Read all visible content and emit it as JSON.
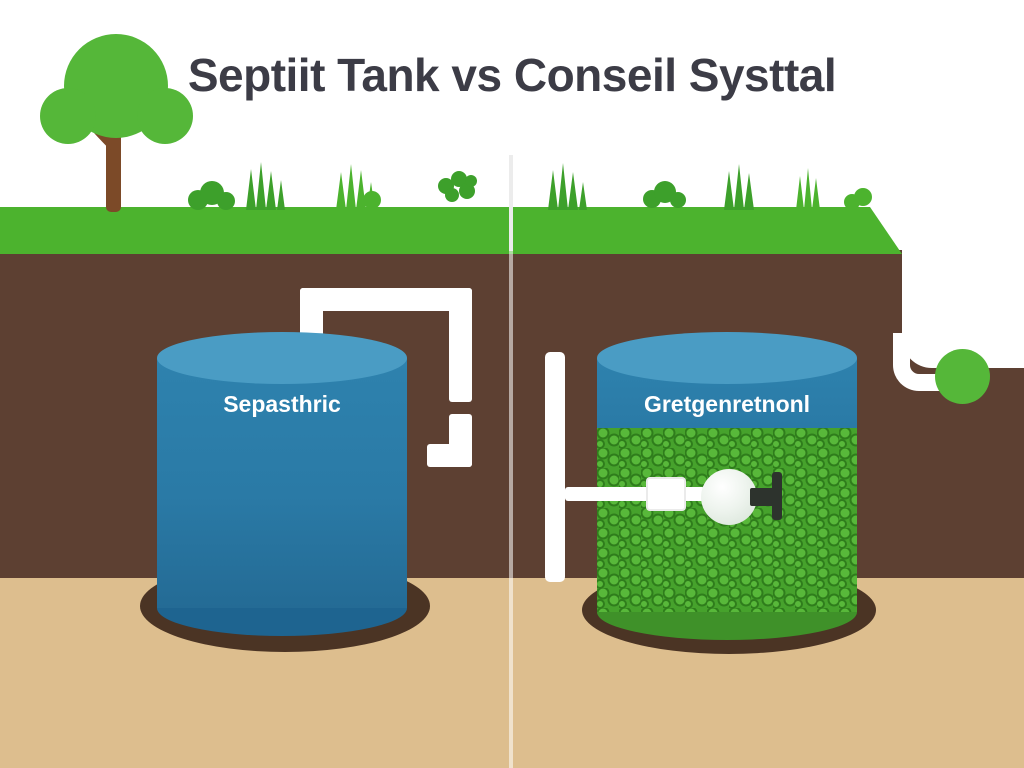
{
  "title": "Septiit Tank vs Conseil Systtal",
  "diagram": {
    "left_tank_label": "Sepasthric",
    "right_tank_label": "Gretgenretnonl"
  },
  "icons": {
    "tree_icon": "deciduous tree with trunk, top left",
    "small_tree_icon": "round shrub, right side",
    "shrub_icons": "grass tufts and bushes along ground line",
    "valve_icon": "dark valve/tap inside right tank",
    "float_ball_icon": "white sphere in right tank",
    "pipe_icons": "white inlet and distribution pipes"
  },
  "colors": {
    "title_text": "#3c3c46",
    "grass": "#4cb32e",
    "grass_dark": "#3da02b",
    "soil": "#5d4032",
    "soil_dark": "#4b3424",
    "sand": "#ddbe8e",
    "tank_blue": "#2a7aa6",
    "tank_blue_light": "#4a9cc4",
    "tank_blue_dark": "#1e6490",
    "gravel_green": "#46a22c",
    "gravel_light": "#58b83a",
    "gravel_dark": "#2f7d1c",
    "gravel_dark2": "#3f9129",
    "tree_green": "#55b739",
    "trunk_brown": "#7c4a28",
    "pipe_white": "#ffffff",
    "valve_dark": "#2d332d",
    "divider_gray": "#ececec"
  }
}
